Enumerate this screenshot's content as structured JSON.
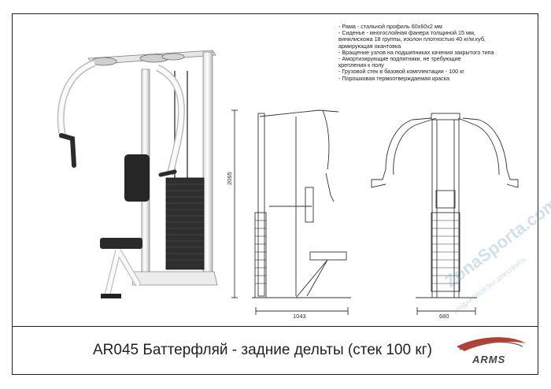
{
  "specs": [
    "- Рама - стальной профиль 60х60х2 мм",
    "- Сиденье - многослойная фанера толщиной 15 мм,",
    "  винилискожа 18 группы, изолон плотностью 40 кг/м.куб,",
    "  армирующая окантовка",
    "- Вращение узлов на подшипниках качения закрытого типа",
    "- Амортизирующие подпятники, не требующие",
    "  крепления к полу",
    "- Грузовой стек в базовой комплектации - 100 кг",
    "- Порошковая термоотверждаемая краска"
  ],
  "caption": "AR045 Баттерфляй - задние дельты (стек 100 кг)",
  "dimensions": {
    "height": "2065",
    "side_width": "1043",
    "front_width": "680"
  },
  "watermark": {
    "main": "ZonaSporta.com",
    "sub": "СОЗДАЙ СВОЙ ЗАЛ ДЛЯ СПОРТА"
  },
  "logo": {
    "text": "ARMS"
  },
  "colors": {
    "frame": "#f4f4f4",
    "frame_edge": "#777777",
    "stack": "#2f2f2f",
    "pad": "#262626",
    "accent_red": "#c0392b"
  }
}
